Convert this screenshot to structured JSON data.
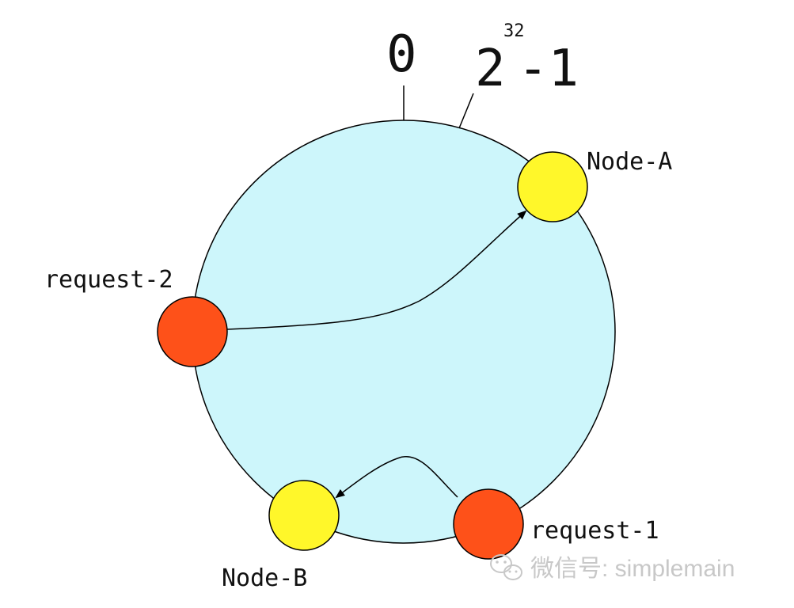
{
  "ring": {
    "label_zero": "0",
    "label_max_base": "2",
    "label_max_exponent": "32",
    "label_max_suffix": "-1"
  },
  "nodes": [
    {
      "label": "Node-A"
    },
    {
      "label": "Node-B"
    }
  ],
  "requests": [
    {
      "label": "request-2"
    },
    {
      "label": "request-1"
    }
  ],
  "watermark": {
    "text": "微信号: simplemain",
    "icon": "wechat-icon"
  },
  "colors": {
    "ring_fill": "#cdf6fb",
    "node_fill": "#fff72a",
    "request_fill": "#fe5119",
    "stroke": "#000000",
    "watermark": "#c8c8c8"
  }
}
